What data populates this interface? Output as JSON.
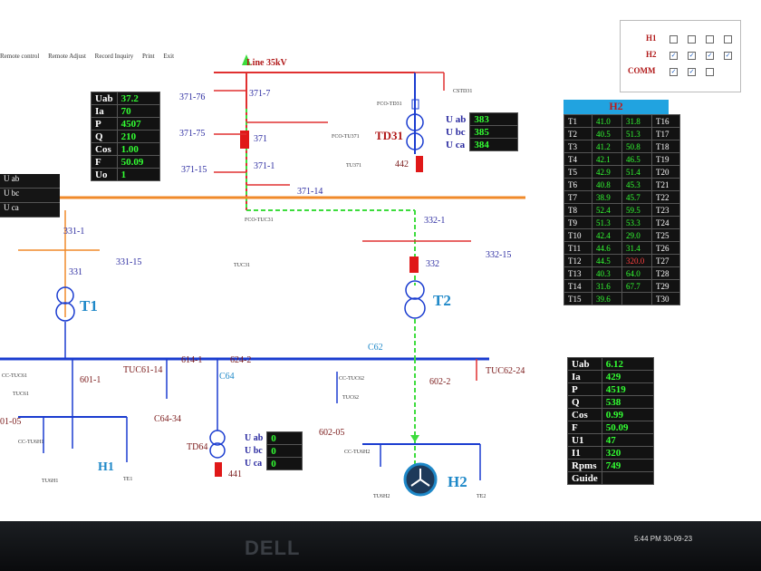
{
  "menu": [
    "Remote control",
    "Remote Adjust",
    "Record Inquiry",
    "Print",
    "Exit"
  ],
  "line_title": "Line 35kV",
  "labels": {
    "l371_76": "371-76",
    "l371_7": "371-7",
    "l371_75": "371-75",
    "l371": "371",
    "l371_15": "371-15",
    "l371_1": "371-1",
    "l371_14": "371-14",
    "fco_tu371": "FCO-TU371",
    "tu371": "TU371",
    "fco_td31": "FCO-TD31",
    "cstd31": "CSTD31",
    "td31": "TD31",
    "n442": "442",
    "fco_tuc31": "FCO-TUC31",
    "tuc31": "TUC31",
    "l331_1": "331-1",
    "l331": "331",
    "l331_15": "331-15",
    "l332_1": "332-1",
    "l332": "332",
    "l332_15": "332-15",
    "t1": "T1",
    "t2": "T2",
    "c62": "C62",
    "c64": "C64",
    "l614_1": "614-1",
    "l624_2": "624-2",
    "l601_1": "601-1",
    "tuc61_14": "TUC61-14",
    "tuc61": "TUC61",
    "c64_34": "C64-34",
    "cc_tuc62": "CC-TUC62",
    "tuc62": "TUC62",
    "l602_2": "602-2",
    "tuc62_24": "TUC62-24",
    "l01_05": "01-05",
    "l602_05": "602-05",
    "cc_tu6h1": "CC-TU6H1",
    "tu6h1": "TU6H1",
    "h1": "H1",
    "te1": "TE1",
    "td64": "TD64",
    "n441": "441",
    "cc_tu6h2": "CC-TU6H2",
    "tu6h2": "TU6H2",
    "h2": "H2",
    "te2": "TE2",
    "cctuc61": "CC-TUC61"
  },
  "meter_371": [
    {
      "k": "Uab",
      "v": "37.2"
    },
    {
      "k": "Ia",
      "v": "70"
    },
    {
      "k": "P",
      "v": "4507"
    },
    {
      "k": "Q",
      "v": "210"
    },
    {
      "k": "Cos",
      "v": "1.00"
    },
    {
      "k": "F",
      "v": "50.09"
    },
    {
      "k": "Uo",
      "v": "1"
    }
  ],
  "meter_td31": [
    {
      "k": "U ab",
      "v": "383"
    },
    {
      "k": "U bc",
      "v": "385"
    },
    {
      "k": "U ca",
      "v": "384"
    }
  ],
  "meter_left": [
    "U ab",
    "U bc",
    "U ca"
  ],
  "meter_td64": [
    {
      "k": "U ab",
      "v": "0"
    },
    {
      "k": "U bc",
      "v": "0"
    },
    {
      "k": "U ca",
      "v": "0"
    }
  ],
  "meter_h2": [
    {
      "k": "Uab",
      "v": "6.12"
    },
    {
      "k": "Ia",
      "v": "429"
    },
    {
      "k": "P",
      "v": "4519"
    },
    {
      "k": "Q",
      "v": "538"
    },
    {
      "k": "Cos",
      "v": "0.99"
    },
    {
      "k": "F",
      "v": "50.09"
    },
    {
      "k": "U1",
      "v": "47"
    },
    {
      "k": "I1",
      "v": "320"
    },
    {
      "k": "Rpms",
      "v": "749"
    },
    {
      "k": "Guide",
      "v": ""
    }
  ],
  "temp_table": {
    "title": "H2",
    "rows": [
      {
        "a": "T1",
        "b": "41.0",
        "c": "31.8",
        "d": "T16"
      },
      {
        "a": "T2",
        "b": "40.5",
        "c": "51.3",
        "d": "T17"
      },
      {
        "a": "T3",
        "b": "41.2",
        "c": "50.8",
        "d": "T18"
      },
      {
        "a": "T4",
        "b": "42.1",
        "c": "46.5",
        "d": "T19"
      },
      {
        "a": "T5",
        "b": "42.9",
        "c": "51.4",
        "d": "T20"
      },
      {
        "a": "T6",
        "b": "40.8",
        "c": "45.3",
        "d": "T21"
      },
      {
        "a": "T7",
        "b": "38.9",
        "c": "45.7",
        "d": "T22"
      },
      {
        "a": "T8",
        "b": "52.4",
        "c": "59.5",
        "d": "T23"
      },
      {
        "a": "T9",
        "b": "51.3",
        "c": "53.3",
        "d": "T24"
      },
      {
        "a": "T10",
        "b": "42.4",
        "c": "29.0",
        "d": "T25"
      },
      {
        "a": "T11",
        "b": "44.6",
        "c": "31.4",
        "d": "T26"
      },
      {
        "a": "T12",
        "b": "44.5",
        "c": "320.0",
        "d": "T27",
        "alarm": true
      },
      {
        "a": "T13",
        "b": "40.3",
        "c": "64.0",
        "d": "T28"
      },
      {
        "a": "T14",
        "b": "31.6",
        "c": "67.7",
        "d": "T29"
      },
      {
        "a": "T15",
        "b": "39.6",
        "c": "",
        "d": "T30"
      }
    ]
  },
  "status_panel": {
    "rows": [
      {
        "label": "H1",
        "checks": [
          false,
          false,
          false,
          false
        ]
      },
      {
        "label": "H2",
        "checks": [
          true,
          true,
          true,
          true
        ]
      },
      {
        "label": "COMM",
        "checks": [
          true,
          true,
          false
        ]
      }
    ]
  },
  "taskbar": {
    "time": "5:44 PM",
    "date": "30-09-23"
  },
  "brand": "DELL",
  "colors": {
    "bus_35kv": "#f08a2a",
    "bus_6kv": "#1a3cd0",
    "energized": "#3ddc3d",
    "breaker": "#e01818",
    "line_red": "#e03030"
  }
}
